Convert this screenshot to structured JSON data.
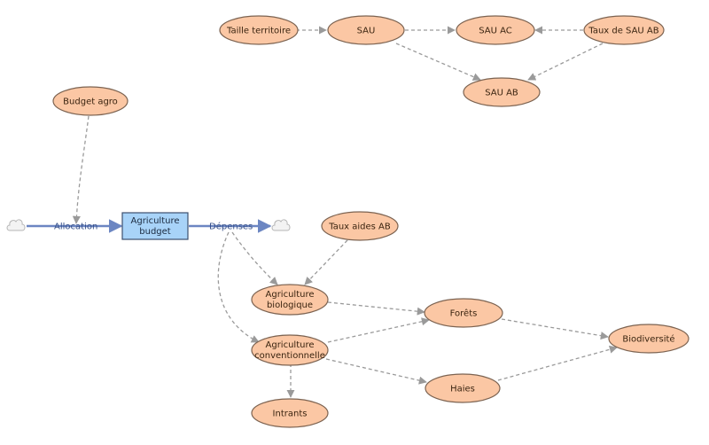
{
  "colors": {
    "variable_fill": "#FBC7A4",
    "variable_stroke": "#7C6351",
    "stock_fill": "#A8D3F8",
    "stock_stroke": "#3C4F6E",
    "flow_color": "#6C86C2",
    "link_color": "#9A9A9A"
  },
  "variables": {
    "taille_territoire": "Taille territoire",
    "sau": "SAU",
    "sau_ac": "SAU AC",
    "taux_sau_ab": "Taux de SAU AB",
    "sau_ab": "SAU AB",
    "budget_agro": "Budget agro",
    "taux_aides_ab": "Taux aides AB",
    "agriculture_biologique": [
      "Agriculture",
      "biologique"
    ],
    "agriculture_conventionnelle": [
      "Agriculture",
      "conventionnelle"
    ],
    "forets": "Forêts",
    "biodiversite": "Biodiversité",
    "haies": "Haies",
    "intrants": "Intrants"
  },
  "stock": {
    "agriculture_budget": [
      "Agriculture",
      "budget"
    ]
  },
  "flows": {
    "allocation": "Allocation",
    "depenses": "Dépenses"
  },
  "icons": {
    "source": "cloud-icon",
    "sink": "cloud-icon"
  }
}
